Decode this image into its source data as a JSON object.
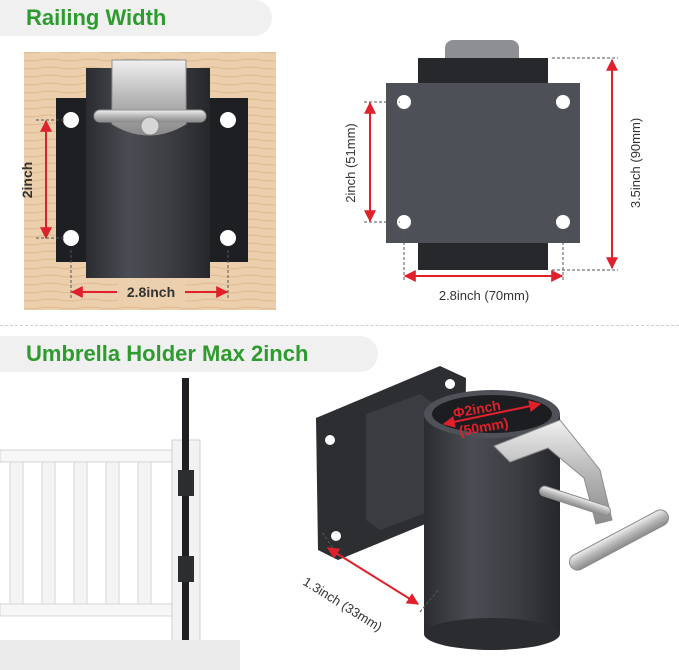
{
  "banners": {
    "top": "Railing Width",
    "middle": "Umbrella Holder Max 2inch"
  },
  "dimensions": {
    "left_height": "2inch",
    "left_width": "2.8inch",
    "right_height_inner": "2inch (51mm)",
    "right_height_outer": "3.5inch (90mm)",
    "right_width": "2.8inch (70mm)",
    "diameter_line1": "Φ2inch",
    "diameter_line2": "(50mm)",
    "depth": "1.3inch (33mm)"
  },
  "colors": {
    "accent_green": "#2e9b2e",
    "dimension_red": "#e0212b",
    "metal_dark": "#3b3e43",
    "wood": "#e9c9a2"
  }
}
